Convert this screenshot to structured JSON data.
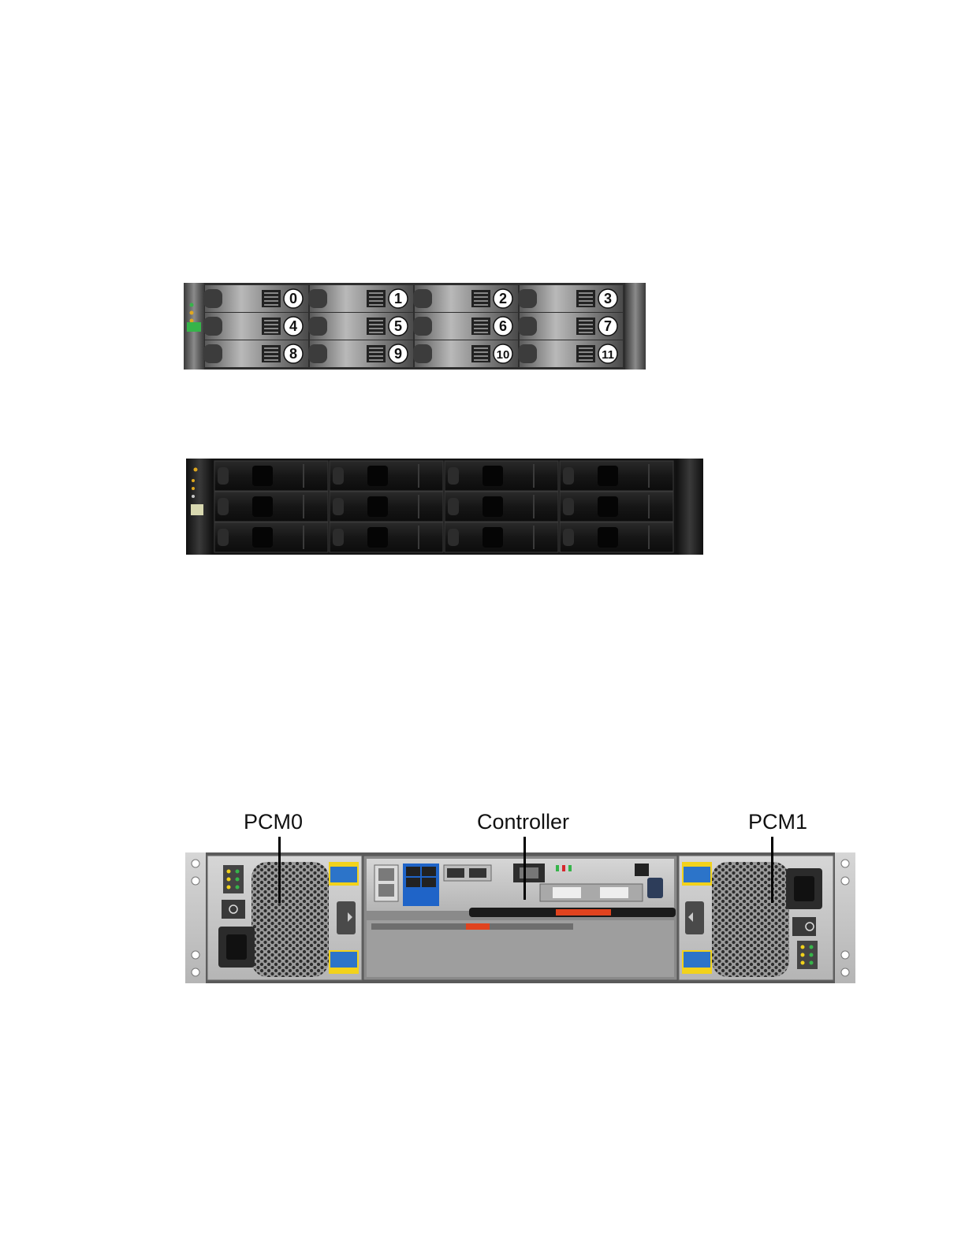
{
  "front_view_numbered": {
    "bay_numbers": [
      "0",
      "1",
      "2",
      "3",
      "4",
      "5",
      "6",
      "7",
      "8",
      "9",
      "10",
      "11"
    ]
  },
  "rear_view": {
    "labels": {
      "pcm0": "PCM0",
      "controller": "Controller",
      "pcm1": "PCM1"
    }
  },
  "colors": {
    "chassis_dark": "#2b2b2b",
    "drive_gray": "#8f8f8f",
    "rear_metal": "#c9c9c9",
    "caution_yellow": "#f2d21b",
    "port_blue": "#1f64c8",
    "latch_orange": "#e0431e",
    "led_green": "#36b44a"
  }
}
